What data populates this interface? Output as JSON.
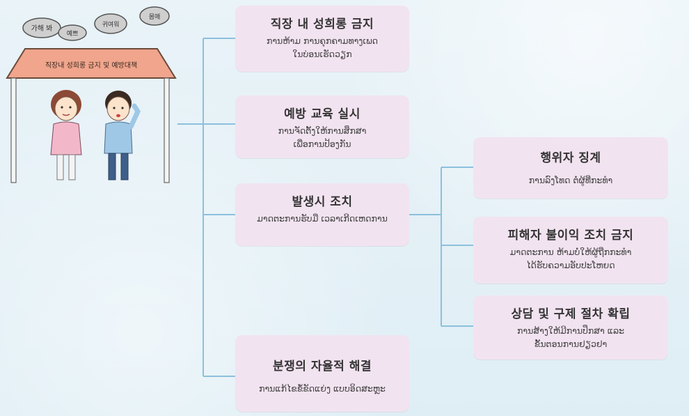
{
  "left_column": [
    {
      "title": "직장 내 성희롱 금지",
      "desc_line1": "ການຫ້າມ ການຄຸກຄາມທາງເພດ",
      "desc_line2": "ໃນບ່ອນເຮັດວຽກ"
    },
    {
      "title": "예방 교육 실시",
      "desc_line1": "ການຈັດຕັ້ງໃຫ້ການສຶກສາ",
      "desc_line2": "ເພື່ອການປ້ອງກັນ"
    },
    {
      "title": "발생시 조치",
      "desc_line1": "ມາດຕະການຮັບມື ເວລາເກີດເຫດການ",
      "desc_line2": ""
    },
    {
      "title": "분쟁의 자율적 해결",
      "desc_line1": "ການແກ້ໄຂຂໍ້ຂັດແຍ່ງ ແບບອິດສະຫຼະ",
      "desc_line2": ""
    }
  ],
  "right_column": [
    {
      "title": "행위자 징계",
      "desc_line1": "ການລົງໂທດ ຕໍ່ຜູ້ທີ່ກະທຳ",
      "desc_line2": ""
    },
    {
      "title": "피해자 불이익 조치 금지",
      "desc_line1": "ມາດຕະການ ຫ້າມບໍ່ໃຫ້ຜູ້ຖືກກະທຳ",
      "desc_line2": "ໄດ້ຮັບຄວາມອັບປະໂຫຍດ"
    },
    {
      "title": "상담 및 구제 절차 확립",
      "desc_line1": "ການສ້າງໃຫ້ມີການປຶກສາ ແລະ",
      "desc_line2": "ຂັ້ນຕອນການຢຽວຢາ"
    }
  ],
  "cartoon": {
    "roof_sign": "직장내 성희롱 금지 및 예방대책",
    "clouds": [
      "가해 봐",
      "예쁘",
      "귀여워",
      "몸매"
    ]
  },
  "colors": {
    "connector": "#8cc0dc",
    "box_fill": "#f2e3f0",
    "roof_fill": "#f0a58c"
  }
}
